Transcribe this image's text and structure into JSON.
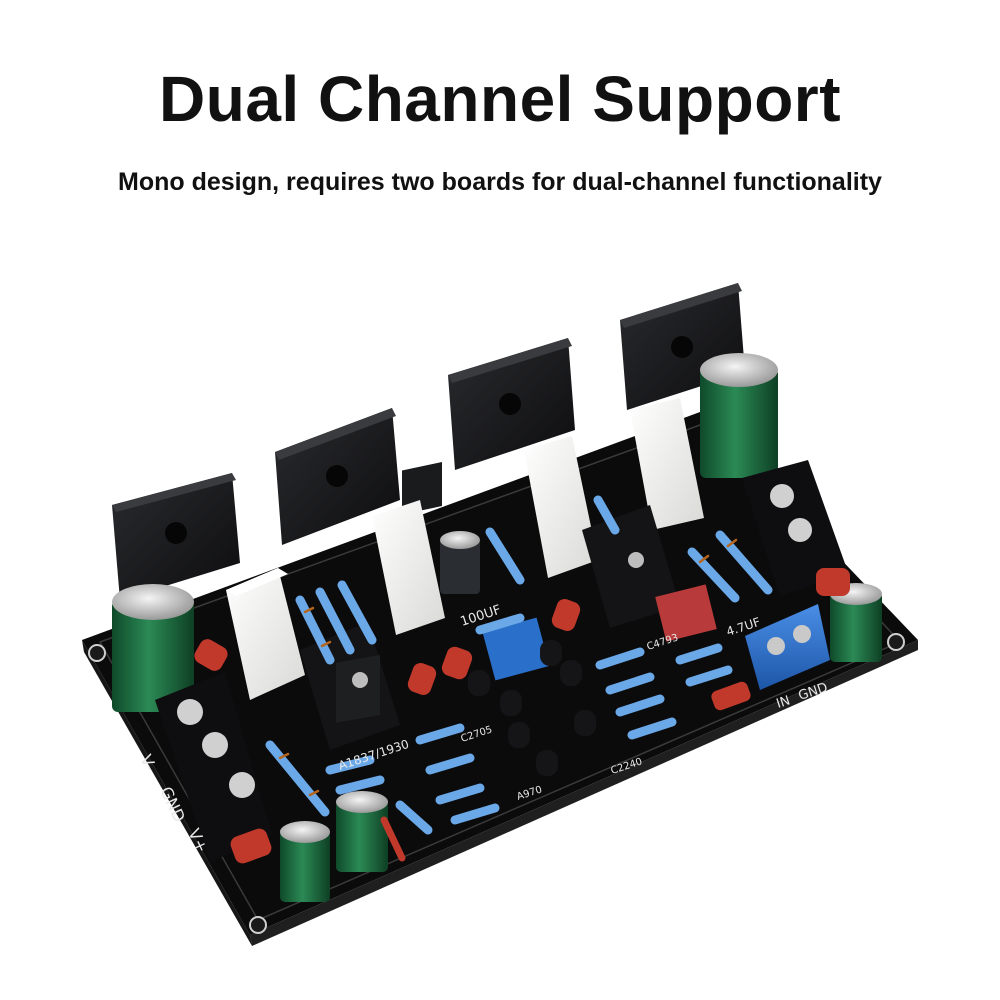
{
  "header": {
    "title": "Dual Channel Support",
    "subtitle": "Mono design, requires two boards for dual-channel functionality"
  },
  "board": {
    "silkscreen": {
      "v_minus": "V-",
      "gnd": "GND",
      "v_plus": "V+",
      "in": "IN",
      "gnd_in": "GND",
      "cap_100uf": "100UF",
      "cap_4_7uf": "4.7UF",
      "transistor_pair": "A1837/1930",
      "c2705": "C2705",
      "c2240": "C2240",
      "a970": "A970",
      "c4793": "C4793"
    }
  },
  "colors": {
    "pcb": "#0c0c0d",
    "transistor_body": "#17181a",
    "ceramic_block": "#f2f2f0",
    "capacitor_green": "#1d6a3f",
    "terminal_blue": "#2a6fc9",
    "film_cap_red": "#c0392b",
    "resistor_blue": "#4a90d9"
  }
}
